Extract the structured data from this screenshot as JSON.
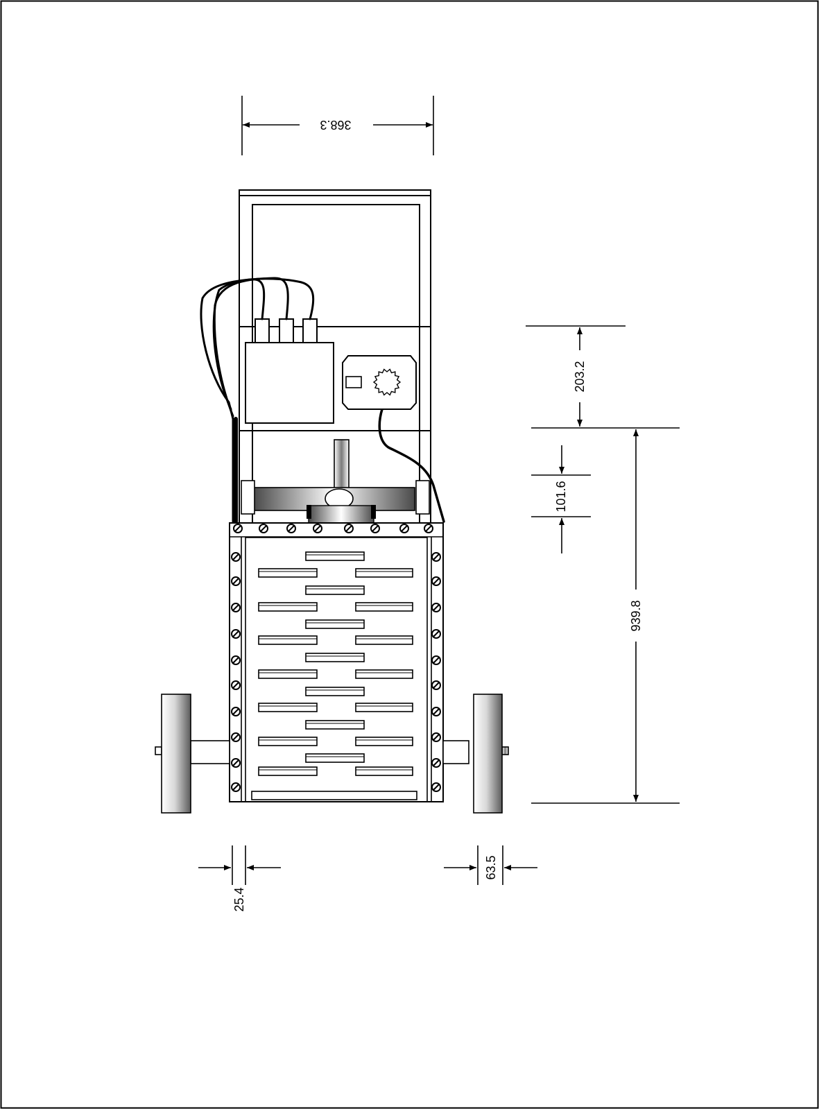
{
  "dimensions": {
    "top_width": "368.3",
    "upper_panel_height": "203.2",
    "handle_height": "101.6",
    "total_height": "939.8",
    "side_rail": "25.4",
    "wheel_width": "63.5"
  }
}
